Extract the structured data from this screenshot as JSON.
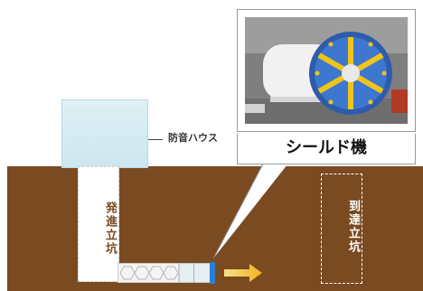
{
  "labels": {
    "soundproof_house": "防音ハウス",
    "launch_shaft": "発進立坑",
    "arrival_shaft": "到達立坑",
    "shield_machine": "シールド機"
  },
  "colors": {
    "ground": "#7a4a21",
    "house": "#d8ecf3",
    "shield_head": "#2b7fd1",
    "arrow": "#f2c33a"
  },
  "icons": {
    "direction": "right-arrow-icon"
  }
}
